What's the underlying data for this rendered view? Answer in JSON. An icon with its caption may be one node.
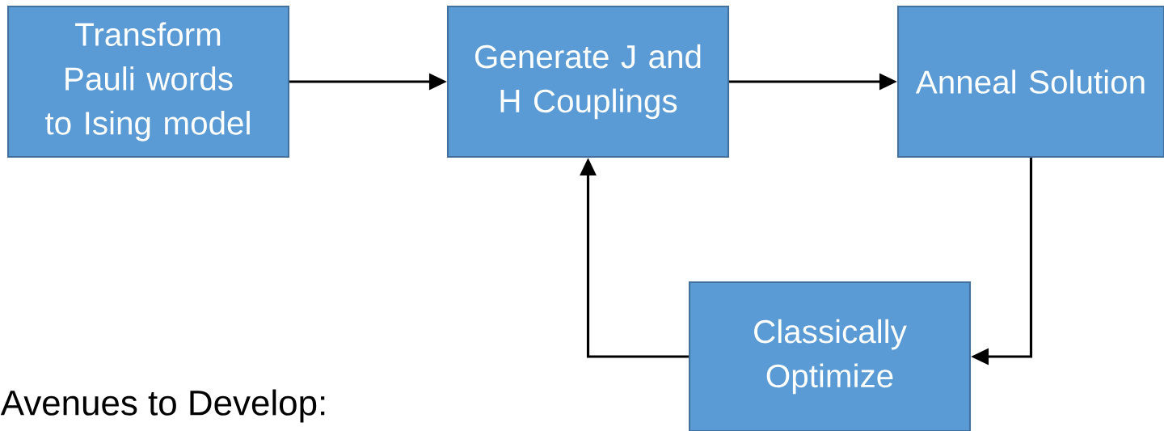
{
  "diagram": {
    "nodes": [
      {
        "text": [
          "Transform Pauli words to Ising model"
        ]
      },
      {
        "text": [
          "Generate J and H Couplings"
        ]
      },
      {
        "text": [
          "Anneal Solution"
        ]
      },
      {
        "text": [
          "Classically Optimize"
        ]
      }
    ],
    "edges": [
      {
        "from": 0,
        "to": 1,
        "arrow": "to"
      },
      {
        "from": 1,
        "to": 2,
        "arrow": "to"
      },
      {
        "from": 2,
        "to": 3,
        "arrow": "to"
      },
      {
        "from": 3,
        "to": 1,
        "arrow": "to"
      }
    ],
    "labels": [
      "Avenues to Develop:"
    ]
  }
}
